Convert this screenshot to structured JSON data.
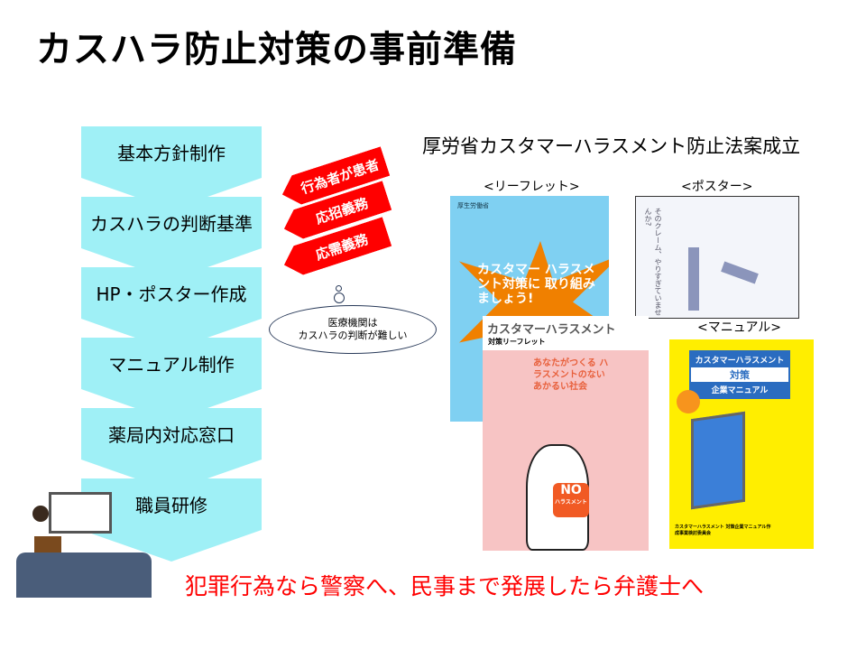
{
  "title": "カスハラ防止対策の事前準備",
  "steps": [
    "基本方針制作",
    "カスハラの判断基準",
    "HP・ポスター作成",
    "マニュアル制作",
    "薬局内対応窓口",
    "職員研修"
  ],
  "tags": [
    "行為者が患者",
    "応招義務",
    "応需義務"
  ],
  "thought": {
    "line1": "医療機関は",
    "line2": "カスハラの判断が難しい"
  },
  "headline": "厚労省カスタマーハラスメント防止法案成立",
  "materials": {
    "leaflet_caption": "<リーフレット>",
    "poster_caption": "<ポスター>",
    "manual_caption": "<マニュアル>",
    "leaflet_text": "カスタマー ハラスメント対策に 取り組みましょう!",
    "ministry": "厚生労働省",
    "leaflet2_title": "カスタマーハラスメント",
    "leaflet2_sub": "対策リーフレット",
    "leaflet2_slogan": "あなたがつくる ハラスメントのない あかるい社会",
    "no_badge": "NO",
    "no_badge_sub": "ハラスメント",
    "manual_title1": "カスタマーハラスメント",
    "manual_title2": "対策",
    "manual_title3": "企業マニュアル",
    "manual_footer": "カスタマーハラスメント 対策企業マニュアル作成事業検討委員会",
    "poster_vertical": "そのクレーム、やりすぎていませんか?"
  },
  "footer": "犯罪行為なら警察へ、民事まで発展したら弁護士へ"
}
